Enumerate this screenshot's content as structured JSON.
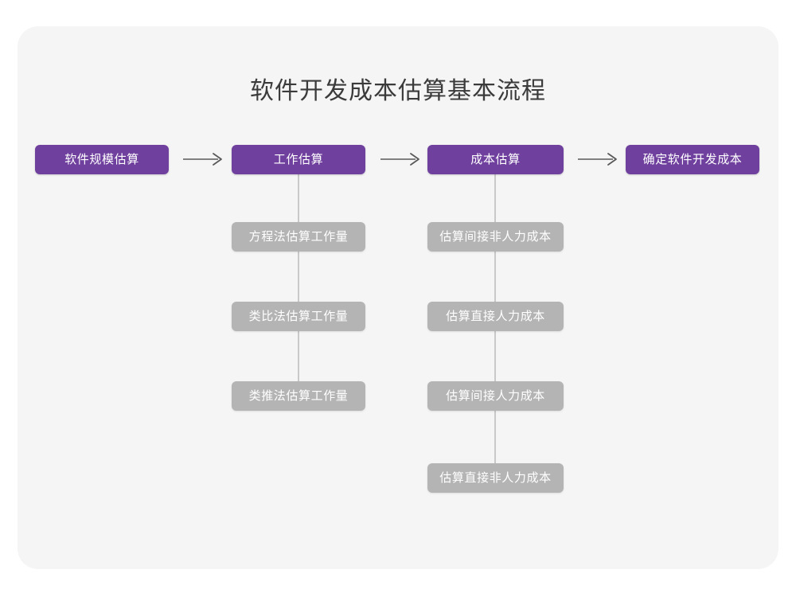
{
  "page": {
    "title": "软件开发成本估算基本流程",
    "background_color": "#ffffff",
    "card_color": "#f5f5f5"
  },
  "theme": {
    "primary_color": "#70409f",
    "secondary_color": "#b4b4b4",
    "connector_color": "#c9c9c9",
    "arrow_color": "#595959",
    "title_color": "#3b3b3b",
    "node_text_color": "#ffffff"
  },
  "diagram": {
    "type": "flowchart",
    "orientation": "horizontal-with-vertical-branches",
    "stages": [
      {
        "id": "stage-1",
        "label": "软件规模估算",
        "substeps": []
      },
      {
        "id": "stage-2",
        "label": "工作估算",
        "substeps": [
          "方程法估算工作量",
          "类比法估算工作量",
          "类推法估算工作量"
        ]
      },
      {
        "id": "stage-3",
        "label": "成本估算",
        "substeps": [
          "估算间接非人力成本",
          "估算直接人力成本",
          "估算间接人力成本",
          "估算直接非人力成本"
        ]
      },
      {
        "id": "stage-4",
        "label": "确定软件开发成本",
        "substeps": []
      }
    ],
    "arrows": [
      {
        "id": "arrow-1",
        "from": "stage-1",
        "to": "stage-2",
        "glyph": "right-arrow-icon"
      },
      {
        "id": "arrow-2",
        "from": "stage-2",
        "to": "stage-3",
        "glyph": "right-arrow-icon"
      },
      {
        "id": "arrow-3",
        "from": "stage-3",
        "to": "stage-4",
        "glyph": "right-arrow-icon"
      }
    ]
  }
}
